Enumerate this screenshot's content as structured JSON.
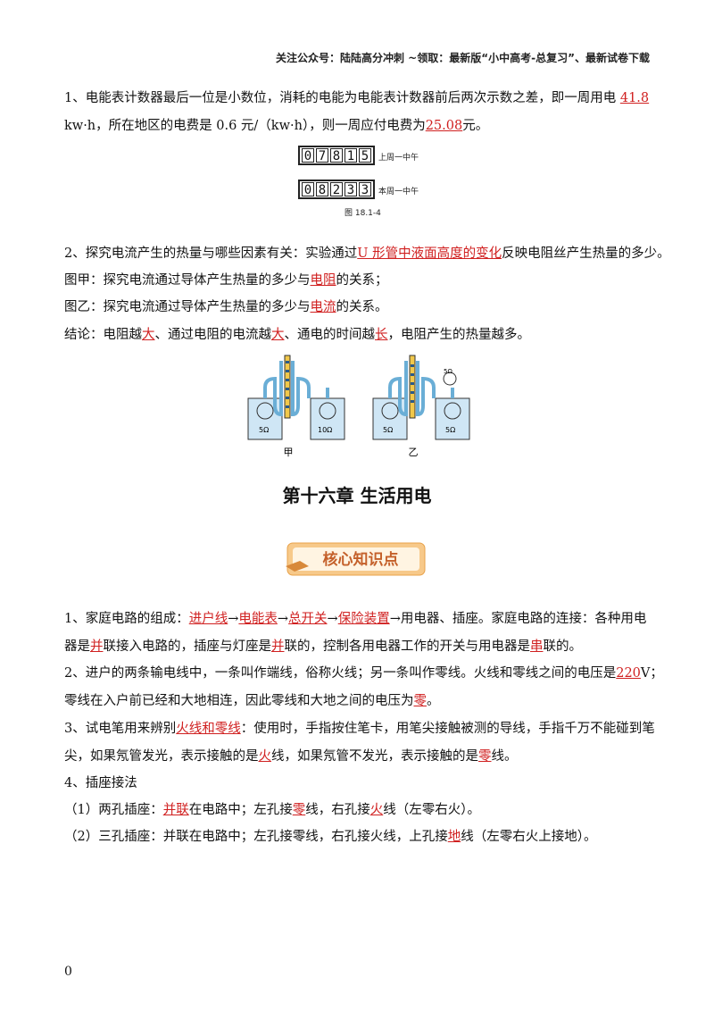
{
  "header": "关注公众号：陆陆高分冲刺 ~领取：最新版“小中高考-总复习”、最新试卷下载",
  "p1": {
    "a": "1、电能表计数器最后一位是小数位，消耗的电能为电能表计数器前后两次示数之差，即一周用电",
    "ans1": "41.8",
    "b": "kw·h，所在地区的电费是 0.6 元/（kw·h），则一周应付电费为",
    "ans2": "25.08",
    "c": "元。"
  },
  "meter": {
    "row1_digits": [
      "0",
      "7",
      "8",
      "1",
      "5"
    ],
    "row1_label": "上周一中午",
    "row2_digits": [
      "0",
      "8",
      "2",
      "3",
      "3"
    ],
    "row2_label": "本周一中午",
    "caption": "图 18.1-4"
  },
  "p2": {
    "a": "2、探究电流产生的热量与哪些因素有关：实验通过",
    "ans1": "U 形管中液面高度的变化",
    "b": "反映电阻丝产生热量的多少。"
  },
  "p3": {
    "a": "图甲：探究电流通过导体产生热量的多少与",
    "ans": "电阻",
    "b": "的关系；"
  },
  "p4": {
    "a": "图乙：探究电流通过导体产生热量的多少与",
    "ans": "电流",
    "b": "的关系。"
  },
  "p5": {
    "a": "结论：电阻越",
    "ans1": "大",
    "b": "、通过电阻的电流越",
    "ans2": "大",
    "c": "、通电的时间越",
    "ans3": "长",
    "d": "，电阻产生的热量越多。"
  },
  "figure2": {
    "left_r1": "5Ω",
    "left_r2": "10Ω",
    "left_caption": "甲",
    "right_r1": "5Ω",
    "right_r2": "5Ω",
    "right_r3": "5Ω",
    "right_caption": "乙"
  },
  "chapter_title": "第十六章  生活用电",
  "badge": "核心知识点",
  "q1": {
    "a": "1、家庭电路的组成：",
    "s1": "进户线",
    "arrow": "→",
    "s2": "电能表",
    "s3": "总开关",
    "s4": "保险装置",
    "b": "→用电器、插座。家庭电路的连接：各种用电",
    "c": "器是",
    "s5": "并",
    "d": "联接入电路的，插座与灯座是",
    "s6": "并",
    "e": "联的，控制各用电器工作的开关与用电器是",
    "s7": "串",
    "f": "联的。"
  },
  "q2": {
    "a": "2、进户的两条输电线中，一条叫作端线，俗称火线；另一条叫作零线。火线和零线之间的电压是",
    "ans1": "220",
    "b": "V；",
    "c": "零线在入户前已经和大地相连，因此零线和大地之间的电压为",
    "ans2": "零",
    "d": "。"
  },
  "q3": {
    "a": "3、试电笔用来辨别",
    "ans1": "火线和零线",
    "b": "：使用时，手指按住笔卡，用笔尖接触被测的导线，手指千万不能碰到笔",
    "c": "尖，如果氖管发光，表示接触的是",
    "ans2": "火",
    "d": "线，如果氖管不发光，表示接触的是",
    "ans3": "零",
    "e": "线。"
  },
  "q4": {
    "title": "4、插座接法"
  },
  "q4a": {
    "a": "（1）两孔插座：",
    "ans1": "并联",
    "b": "在电路中；左孔接",
    "ans2": "零",
    "c": "线，右孔接",
    "ans3": "火",
    "d": "线（左零右火）。"
  },
  "q4b": {
    "a": "（2）三孔插座：并联在电路中；左孔接零线，右孔接火线，上孔接",
    "ans1": "地",
    "b": "线（左零右火上接地）。"
  },
  "page_number": "0",
  "colors": {
    "answer": "#d02020",
    "badge_bg": "#f7c98a"
  }
}
